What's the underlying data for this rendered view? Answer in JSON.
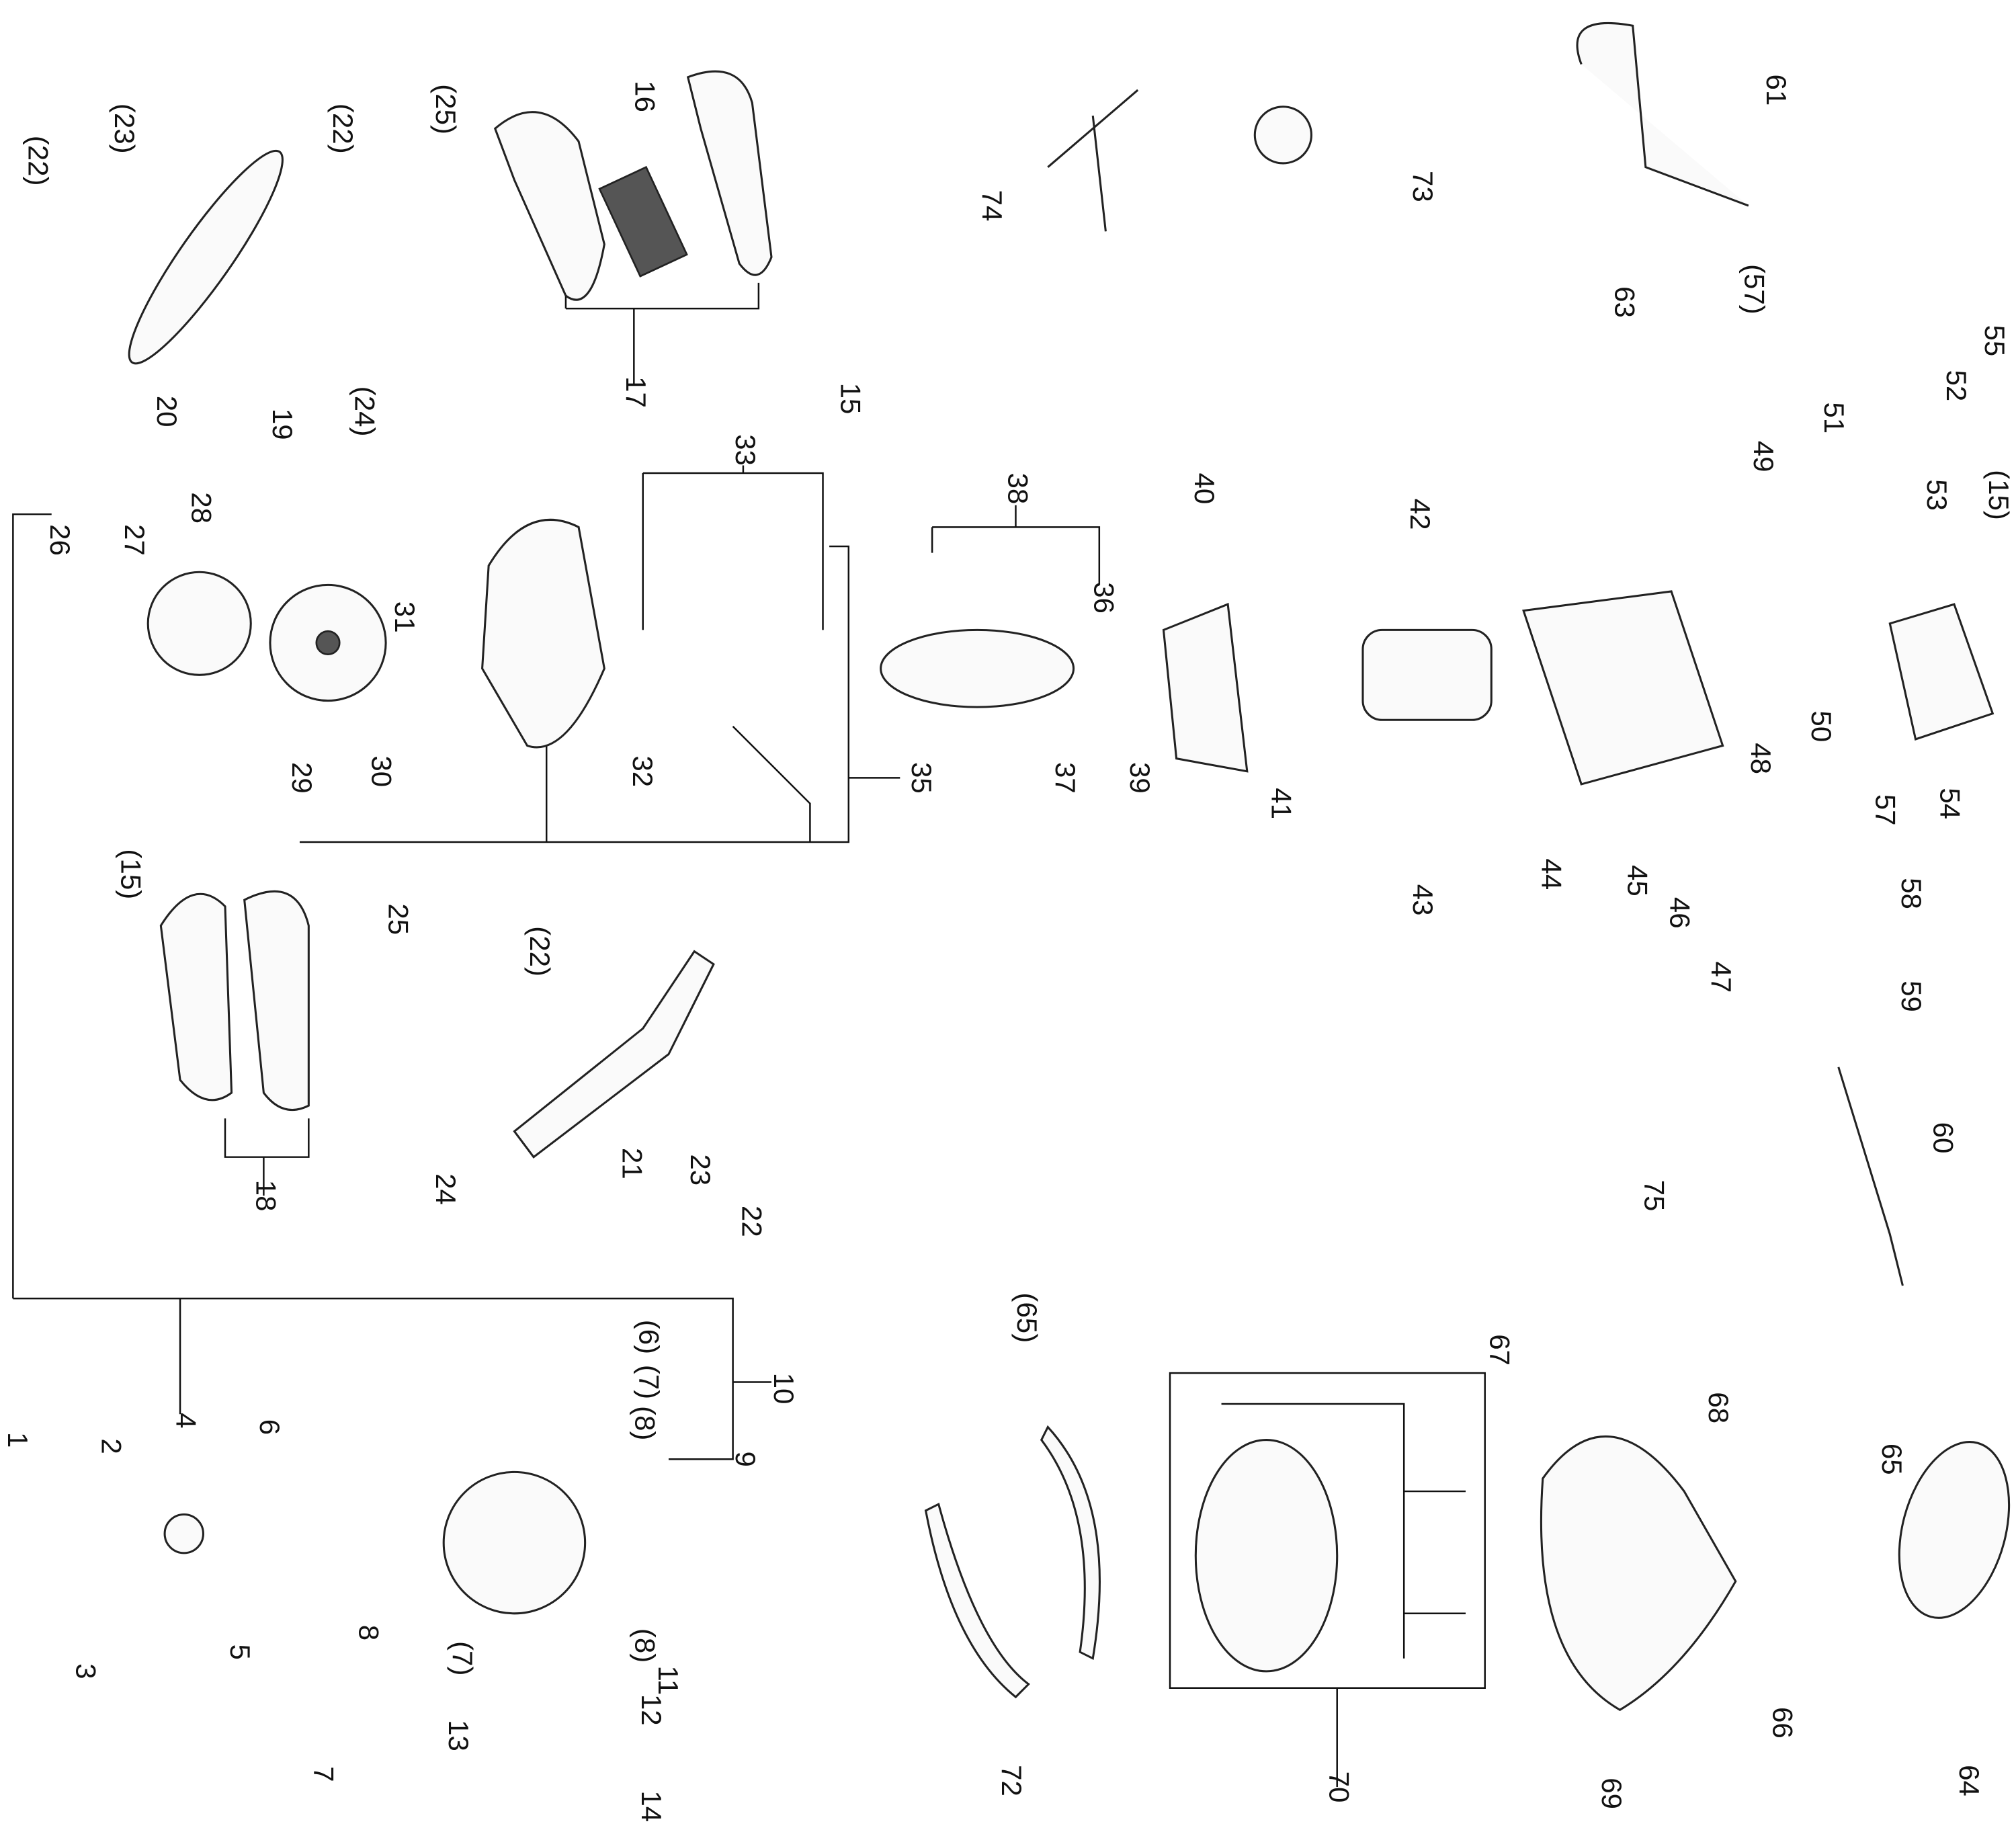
{
  "title": "Exploded parts diagram",
  "labels": [
    "(22)",
    "(23)",
    "20",
    "19",
    "(22)",
    "(24)",
    "(25)",
    "17",
    "16",
    "15",
    "74",
    "73",
    "61",
    "55",
    "(57)",
    "63",
    "52",
    "51",
    "49",
    "53",
    "(15)",
    "33",
    "38",
    "40",
    "42",
    "36",
    "26",
    "27",
    "28",
    "31",
    "32",
    "37",
    "39",
    "35",
    "29",
    "30",
    "41",
    "43",
    "44",
    "45",
    "46",
    "47",
    "48",
    "50",
    "54",
    "57",
    "58",
    "59",
    "60",
    "75",
    "(15)",
    "18",
    "25",
    "(22)",
    "24",
    "21",
    "23",
    "22",
    "10",
    "(6)",
    "(7)",
    "(8)",
    "9",
    "1",
    "2",
    "4",
    "6",
    "3",
    "5",
    "8",
    "7",
    "(8)",
    "(7)",
    "11",
    "12",
    "13",
    "14",
    "(65)",
    "72",
    "70",
    "67",
    "68",
    "69",
    "65",
    "66",
    "64"
  ]
}
